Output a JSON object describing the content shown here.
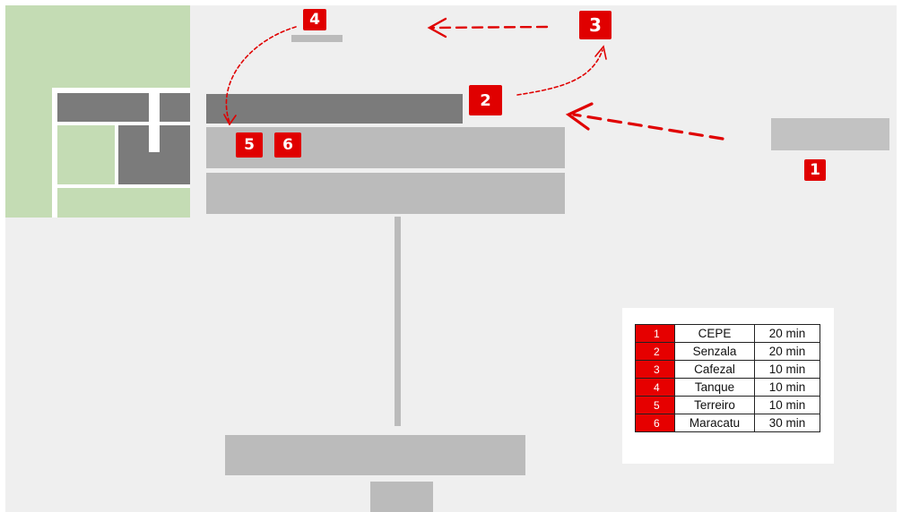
{
  "markers": {
    "m1": "1",
    "m2": "2",
    "m3": "3",
    "m4": "4",
    "m5": "5",
    "m6": "6"
  },
  "legend": {
    "rows": [
      {
        "num": "1",
        "name": "CEPE",
        "time": "20 min"
      },
      {
        "num": "2",
        "name": "Senzala",
        "time": "20 min"
      },
      {
        "num": "3",
        "name": "Cafezal",
        "time": "10 min"
      },
      {
        "num": "4",
        "name": "Tanque",
        "time": "10 min"
      },
      {
        "num": "5",
        "name": "Terreiro",
        "time": "10 min"
      },
      {
        "num": "6",
        "name": "Maracatu",
        "time": "30 min"
      }
    ]
  },
  "colors": {
    "accent": "#e00000",
    "green_area": "#c4dcb4",
    "building_dark": "#7b7b7b",
    "building_light": "#bbbbbb",
    "background": "#efefef"
  },
  "icons": {
    "route_arrow": "dashed-arrow-icon"
  }
}
